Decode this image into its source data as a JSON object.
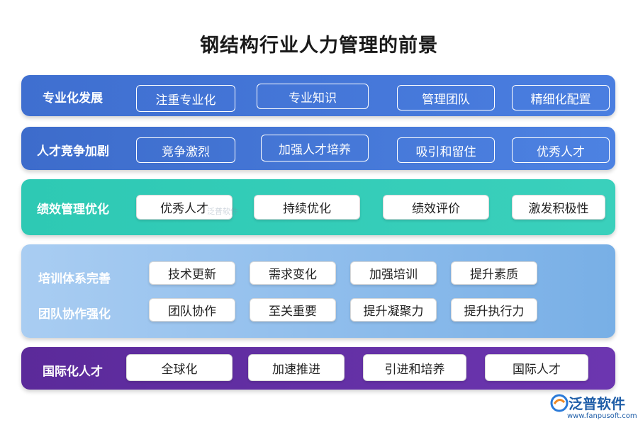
{
  "title": "钢结构行业人力管理的前景",
  "rows": [
    {
      "label": "专业化发展",
      "items": [
        "注重专业化",
        "专业知识",
        "管理团队",
        "精细化配置"
      ]
    },
    {
      "label": "人才竞争加剧",
      "items": [
        "竞争激烈",
        "加强人才培养",
        "吸引和留住",
        "优秀人才"
      ]
    },
    {
      "label": "绩效管理优化",
      "items": [
        "优秀人才",
        "持续优化",
        "绩效评价",
        "激发积极性"
      ]
    },
    {
      "label": "培训体系完善",
      "items": [
        "技术更新",
        "需求变化",
        "加强培训",
        "提升素质"
      ]
    },
    {
      "label": "团队协作强化",
      "items": [
        "团队协作",
        "至关重要",
        "提升凝聚力",
        "提升执行力"
      ]
    },
    {
      "label": "国际化人才",
      "items": [
        "全球化",
        "加速推进",
        "引进和培养",
        "国际人才"
      ]
    }
  ],
  "watermark": "泛普软件",
  "logo": {
    "name": "泛普软件",
    "url": "www.fanpusoft.com"
  },
  "colors": {
    "band1": "#4575d8",
    "band2": "#4678d8",
    "band3": "#33ccb7",
    "band4": "#8fbdec",
    "band5": "#6330a5"
  }
}
